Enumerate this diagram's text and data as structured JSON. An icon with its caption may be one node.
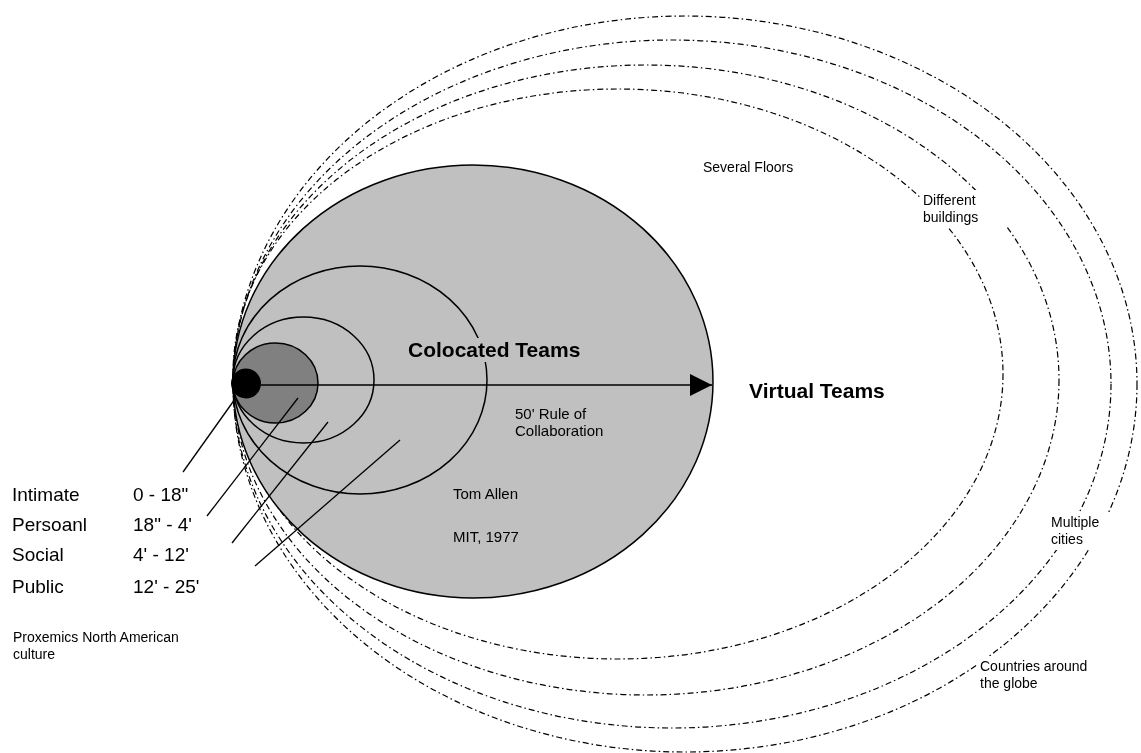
{
  "diagram": {
    "nodes": [
      {
        "text": [
          "Colocated Teams",
          "50' Rule of Collaboration",
          "Tom Allen",
          "MIT, 1977"
        ]
      },
      {
        "text": [],
        "shape": "ellipse",
        "in": 0
      },
      {
        "text": [],
        "shape": "ellipse",
        "in": 1
      },
      {
        "text": [],
        "shape": "ellipse",
        "in": 2
      },
      {
        "text": [],
        "shape": "circle",
        "in": 3
      },
      {
        "text": [
          "Intimate",
          "0 - 18\""
        ]
      },
      {
        "text": [
          "Persoanl",
          "18\" - 4'"
        ]
      },
      {
        "text": [
          "Social",
          "4' - 12'"
        ]
      },
      {
        "text": [
          "Public",
          "12' - 25'"
        ]
      }
    ],
    "edges": [
      {
        "from": 5,
        "to": 4,
        "arrow": "none"
      },
      {
        "from": 6,
        "to": 3,
        "arrow": "none"
      },
      {
        "from": 7,
        "to": 2,
        "arrow": "none"
      },
      {
        "from": 8,
        "to": 1,
        "arrow": "none"
      },
      {
        "from": 4,
        "to": 0,
        "arrow": "to"
      }
    ],
    "labels": [
      "Several Floors",
      "Different buildings",
      "Virtual Teams",
      "Multiple cities",
      "Proxemics North American culture",
      "Countries around the globe"
    ]
  }
}
